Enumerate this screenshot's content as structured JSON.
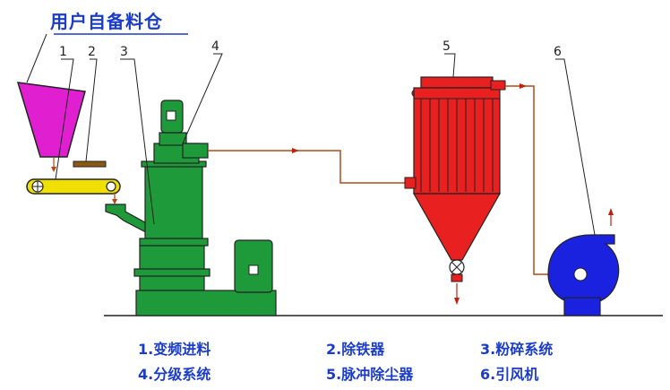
{
  "title": "用户自备料仓",
  "labels": [
    "1",
    "2",
    "3",
    "4",
    "5",
    "6"
  ],
  "legend": [
    "1.变频进料",
    "2.除铁器",
    "3.粉碎系统",
    "4.分级系统",
    "5.脉冲除尘器",
    "6.引风机"
  ],
  "colors": {
    "hopper": "#e020d0",
    "feeder": "#f0e000",
    "mill": "#1f9a3a",
    "collector": "#e82020",
    "fan": "#1a22e0",
    "pipe": "#b04a1a",
    "text": "#1a3cc8"
  }
}
